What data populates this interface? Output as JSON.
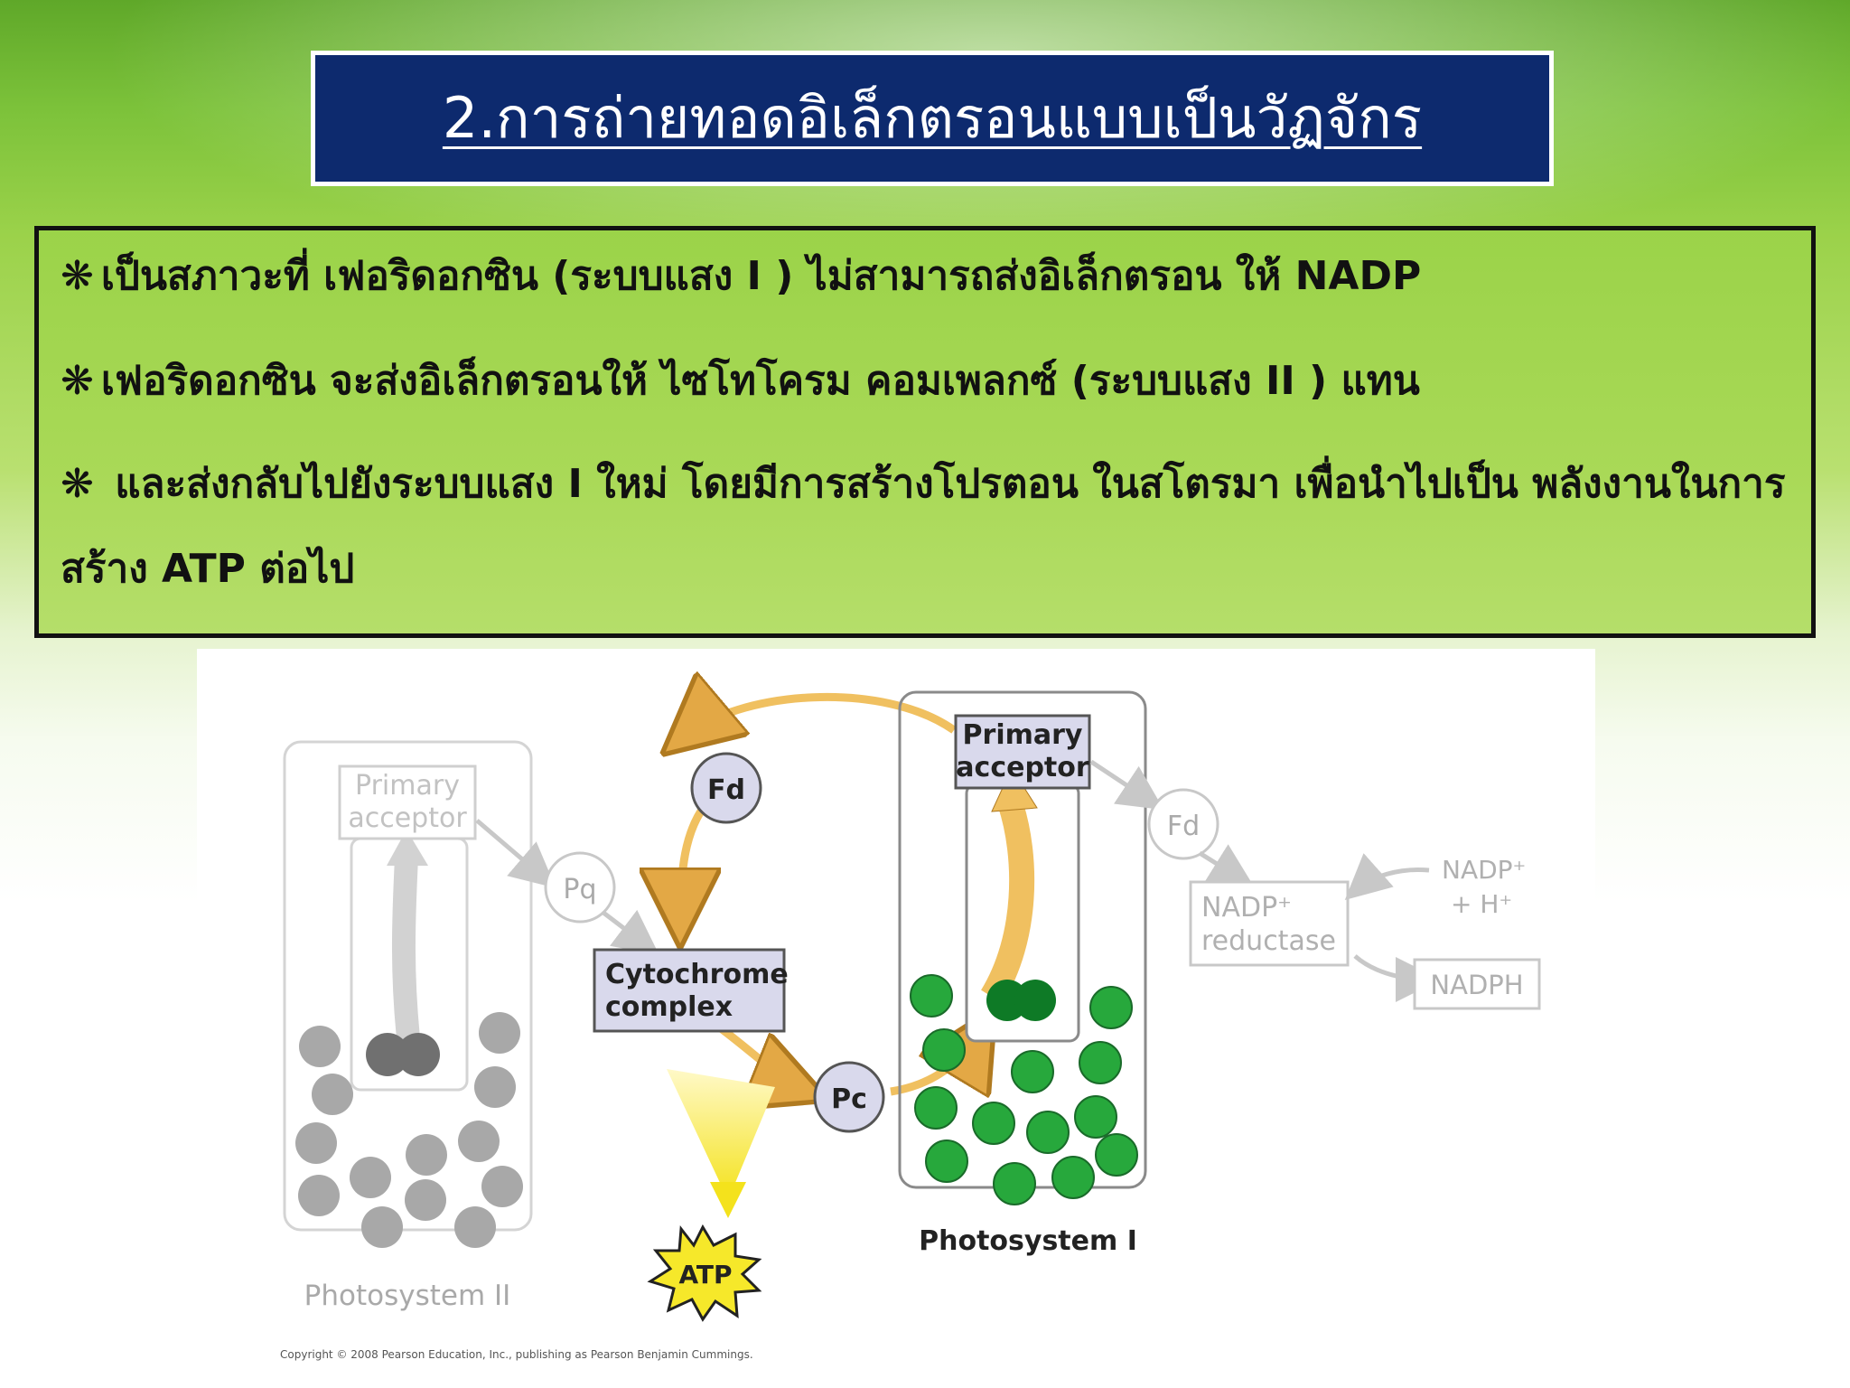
{
  "title": "2.การถ่ายทอดอิเล็กตรอนแบบเป็นวัฏจักร",
  "bullet_symbol": "❋",
  "bullets": [
    "เป็นสภาวะที่  เฟอริดอกซิน (ระบบแสง I ) ไม่สามารถส่งอิเล็กตรอน  ให้ NADP",
    "เฟอริดอกซิน  จะส่งอิเล็กตรอนให้  ไซโทโครม คอมเพลกซ์ (ระบบแสง II ) แทน",
    " และส่งกลับไปยังระบบแสง I ใหม่  โดยมีการสร้างโปรตอน ในสโตรมา เพื่อนำไปเป็น พลังงานในการสร้าง ATP ต่อไป"
  ],
  "diagram": {
    "ps2_primary_acceptor": [
      "Primary",
      "acceptor"
    ],
    "pq": "Pq",
    "fd_cycle": "Fd",
    "cytochrome": [
      "Cytochrome",
      "complex"
    ],
    "pc": "Pc",
    "ps1_primary_acceptor": [
      "Primary",
      "acceptor"
    ],
    "fd_right": "Fd",
    "nadp_reductase": [
      "NADP⁺",
      "reductase"
    ],
    "nadp_in": [
      "NADP⁺",
      "+ H⁺"
    ],
    "nadph": "NADPH",
    "atp": "ATP",
    "ps2_label": "Photosystem II",
    "ps1_label": "Photosystem I",
    "colors": {
      "green": "#1faa3a",
      "green_dark": "#0e7a26",
      "gray": "#a0a0a0",
      "gray_dark": "#707070",
      "arrow_gold": "#f0c060",
      "box_lavender": "#d9d9ec",
      "atp_yellow": "#f6e82a"
    }
  },
  "copyright": "Copyright © 2008 Pearson Education, Inc., publishing as Pearson Benjamin Cummings."
}
